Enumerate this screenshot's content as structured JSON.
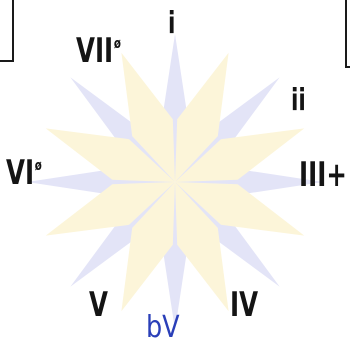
{
  "colors": {
    "blue_petal": "#e3e4f7",
    "yellow_petal": "#fcf5d9",
    "label": "#141414",
    "accent_label": "#2a3fb8"
  },
  "labels": {
    "i": {
      "text": "i"
    },
    "vii": {
      "text": "VII",
      "mark": "ø"
    },
    "ii": {
      "text": "ii"
    },
    "vi": {
      "text": "VI",
      "mark": "ø"
    },
    "iii": {
      "text": "III+"
    },
    "v": {
      "text": "V"
    },
    "bv": {
      "text": "bV"
    },
    "iv": {
      "text": "IV"
    }
  }
}
